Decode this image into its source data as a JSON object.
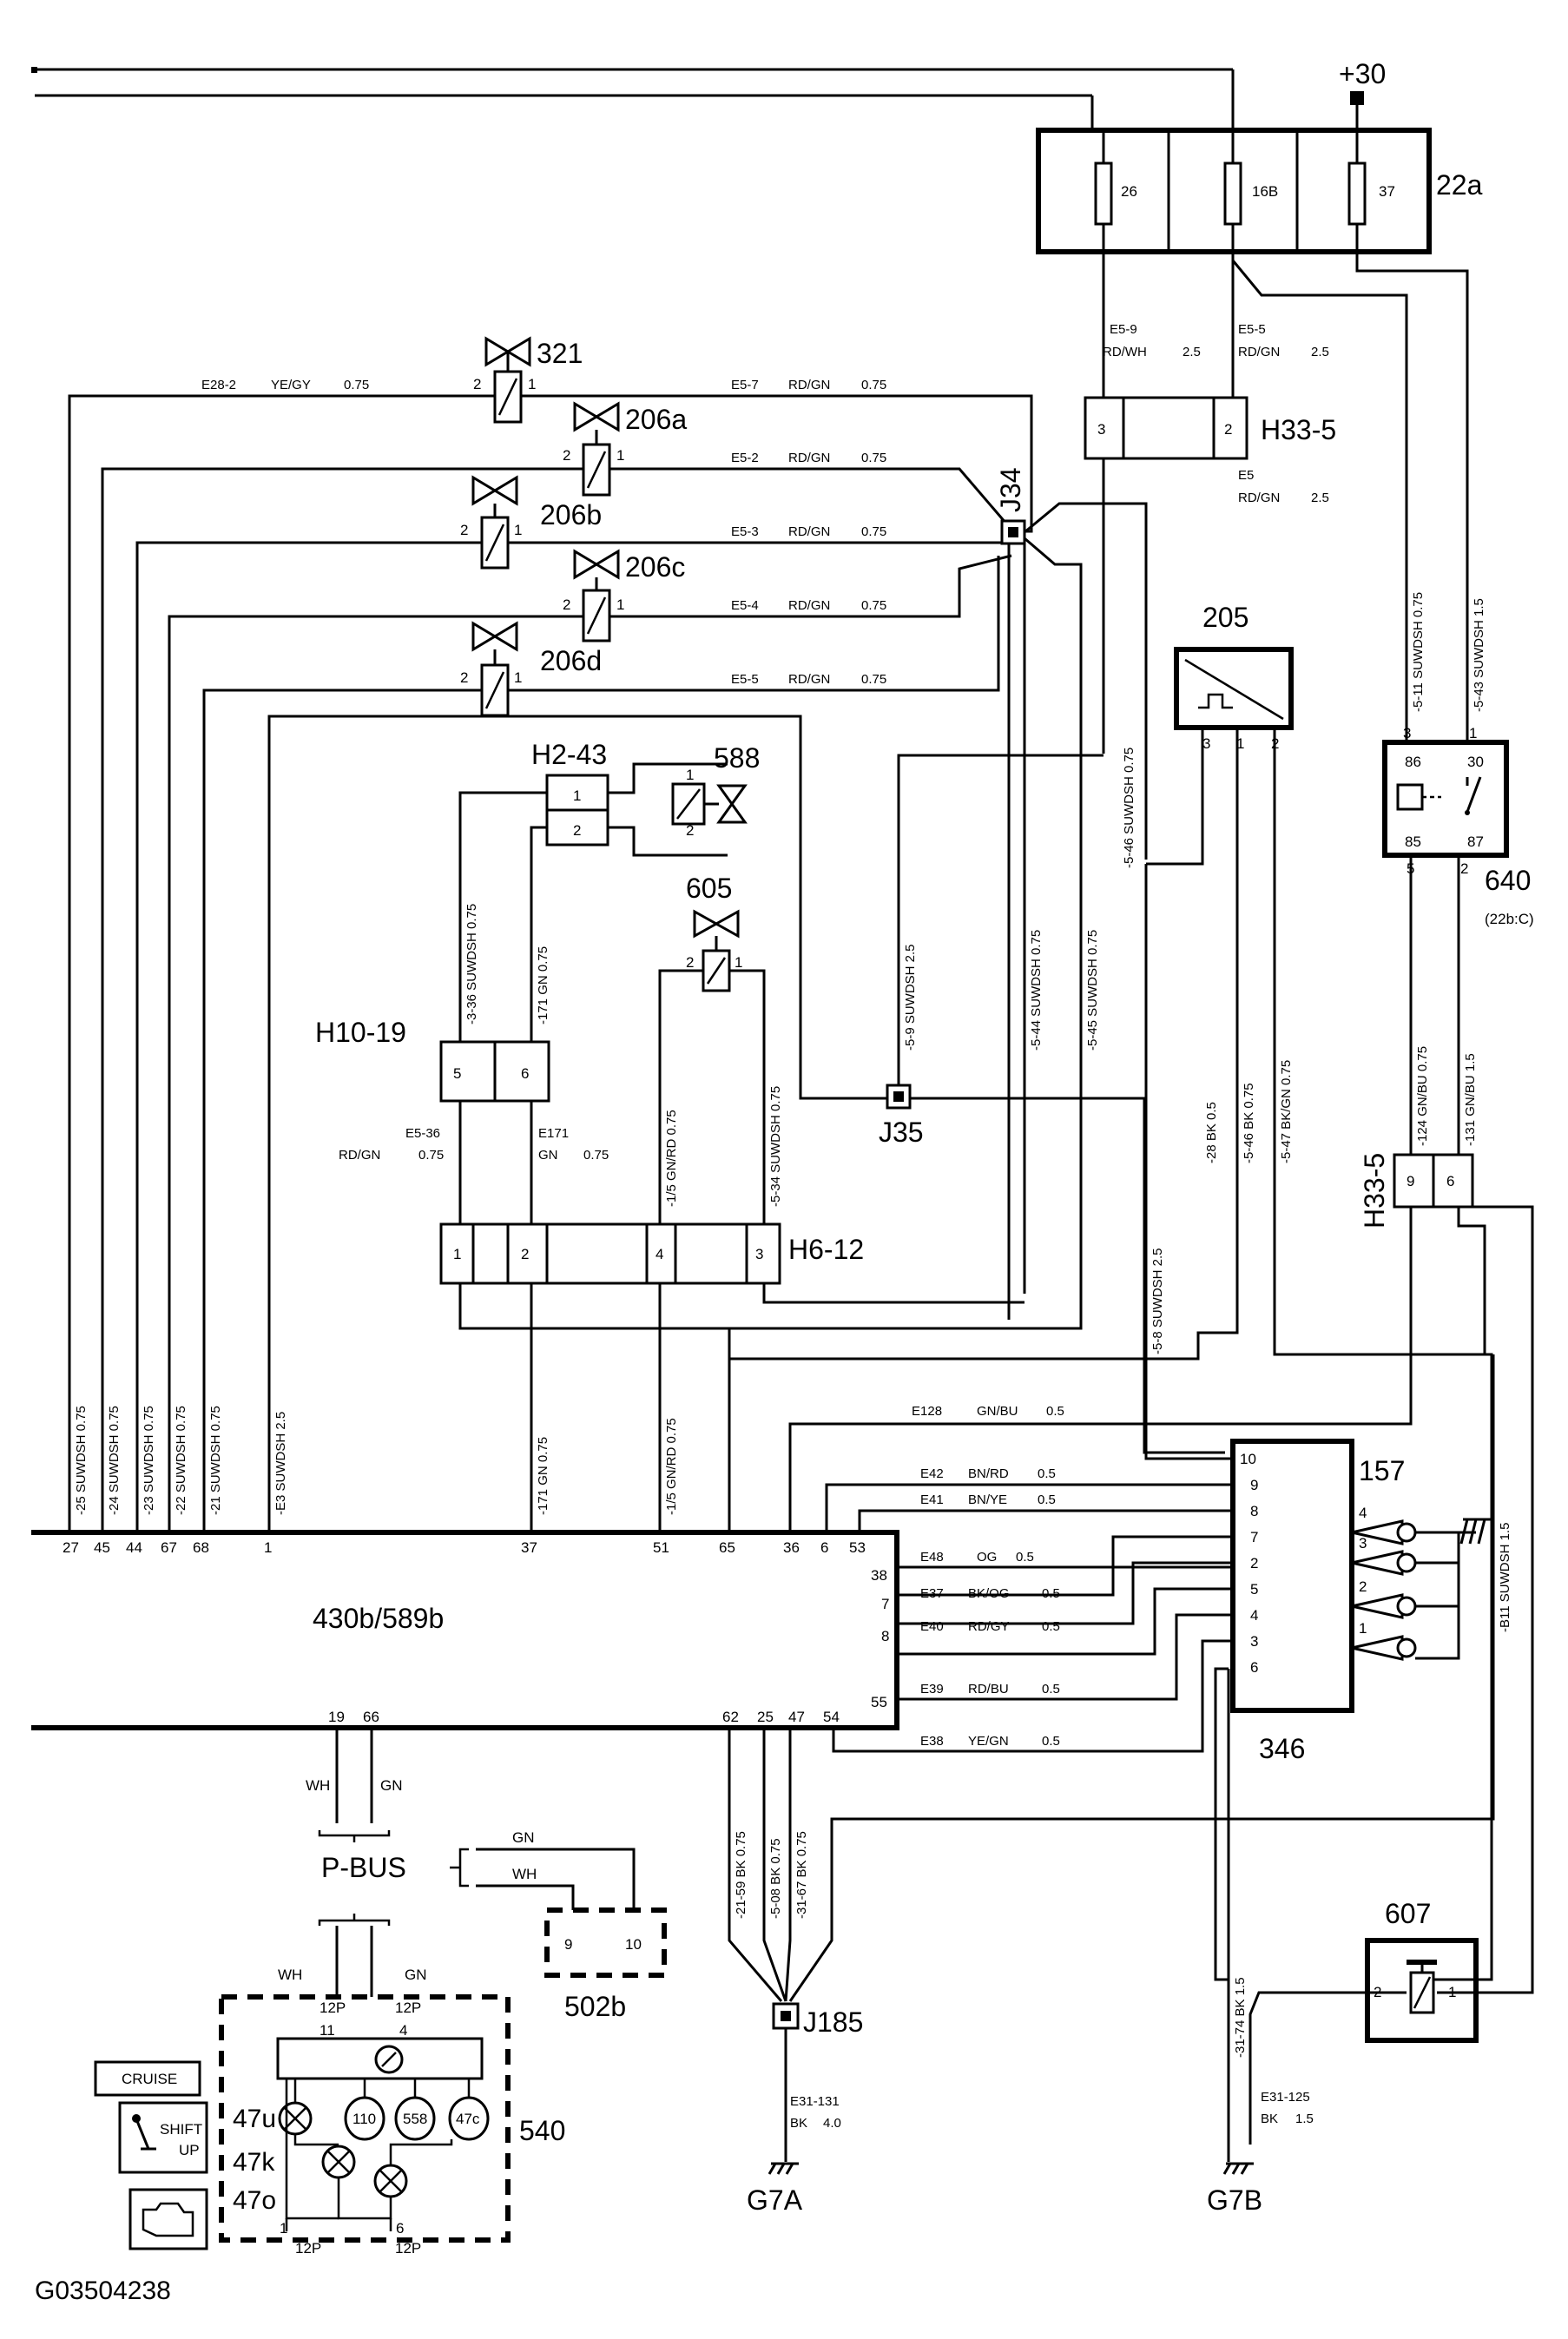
{
  "figure_id": "G03504238",
  "supply": "+30",
  "fusebox": {
    "id": "22a",
    "fuses": [
      "26",
      "16B",
      "37"
    ]
  },
  "valves": [
    {
      "id": "321",
      "wire_left": "E28-2",
      "color_left": "YE/GY",
      "size_left": "0.75",
      "wire_right": "E5-7",
      "color_right": "RD/GN",
      "size_right": "0.75"
    },
    {
      "id": "206a",
      "wire_right": "E5-2",
      "color_right": "RD/GN",
      "size_right": "0.75"
    },
    {
      "id": "206b",
      "wire_right": "E5-3",
      "color_right": "RD/GN",
      "size_right": "0.75"
    },
    {
      "id": "206c",
      "wire_right": "E5-4",
      "color_right": "RD/GN",
      "size_right": "0.75"
    },
    {
      "id": "206d",
      "wire_right": "E5-5",
      "color_right": "RD/GN",
      "size_right": "0.75"
    }
  ],
  "pin1": "1",
  "pin2": "2",
  "fuse_wires": {
    "w26": {
      "id": "E5-9",
      "color": "RD/WH",
      "size": "2.5"
    },
    "w16b": {
      "id": "E5-5",
      "color": "RD/GN",
      "size": "2.5"
    },
    "below": {
      "id": "E5",
      "color": "RD/GN",
      "size": "2.5"
    }
  },
  "connectors": {
    "h33_5_top": {
      "id": "H33-5",
      "pins": [
        "3",
        "2"
      ]
    },
    "h33_5_low": {
      "id": "H33-5",
      "pins": [
        "9",
        "6"
      ]
    },
    "h2_43": {
      "id": "H2-43",
      "pins": [
        "1",
        "2"
      ]
    },
    "h10_19": {
      "id": "H10-19",
      "pins": [
        "5",
        "6"
      ]
    },
    "h6_12": {
      "id": "H6-12",
      "pins": [
        "1",
        "2",
        "4",
        "3"
      ]
    }
  },
  "splices": {
    "j34": "J34",
    "j35": "J35",
    "j185": "J185"
  },
  "components": {
    "sensor": {
      "id": "205",
      "pins": [
        "3",
        "1",
        "2"
      ]
    },
    "relay": {
      "id": "640",
      "location": "(22b:C)",
      "pins": [
        "3",
        "86",
        "30",
        "1",
        "85",
        "87",
        "5",
        "2"
      ]
    },
    "valve588": "588",
    "valve605": "605",
    "ignition": {
      "id": "157",
      "pins": [
        "4",
        "3",
        "2",
        "1"
      ]
    },
    "module346": {
      "id": "346",
      "pins": [
        "10",
        "9",
        "8",
        "7",
        "2",
        "5",
        "4",
        "3",
        "6"
      ]
    },
    "ecu": {
      "id": "430b/589b",
      "top_pins": [
        "27",
        "45",
        "44",
        "67",
        "68",
        "1",
        "37",
        "51",
        "65",
        "36",
        "6",
        "53"
      ],
      "right_pins": [
        "38",
        "7",
        "8",
        "55"
      ],
      "bottom_pins": [
        "19",
        "66",
        "62",
        "25",
        "47",
        "54"
      ]
    },
    "comp607": {
      "id": "607",
      "pins": [
        "2",
        "1"
      ]
    },
    "comp502b": {
      "id": "502b",
      "pins": [
        "9",
        "10"
      ]
    },
    "cluster540": {
      "id": "540",
      "top_pins": [
        "11",
        "4"
      ],
      "bottom_pins": [
        "1",
        "6"
      ],
      "conn": "12P",
      "gauges": [
        "110",
        "558",
        "47c"
      ],
      "lamps": [
        "47u",
        "47k",
        "47o"
      ]
    }
  },
  "wires": {
    "e5_36": {
      "id": "E5-36",
      "color": "RD/GN",
      "size": "0.75"
    },
    "e171": {
      "id": "E171",
      "color": "GN",
      "size": "0.75"
    },
    "e128": {
      "id": "E128",
      "color": "GN/BU",
      "size": "0.5"
    },
    "e42": {
      "id": "E42",
      "color": "BN/RD",
      "size": "0.5"
    },
    "e41": {
      "id": "E41",
      "color": "BN/YE",
      "size": "0.5"
    },
    "e48": {
      "id": "E48",
      "color": "OG",
      "size": "0.5"
    },
    "e37": {
      "id": "E37",
      "color": "BK/OG",
      "size": "0.5"
    },
    "e40": {
      "id": "E40",
      "color": "RD/GY",
      "size": "0.5"
    },
    "e39": {
      "id": "E39",
      "color": "RD/BU",
      "size": "0.5"
    },
    "e38": {
      "id": "E38",
      "color": "YE/GN",
      "size": "0.5"
    },
    "ground_a": {
      "id": "E31-131",
      "color": "BK",
      "size": "4.0"
    },
    "ground_b": {
      "id": "E31-125",
      "color": "BK",
      "size": "1.5"
    }
  },
  "bus": {
    "label": "P-BUS",
    "wh": "WH",
    "gn": "GN"
  },
  "grounds": [
    "G7A",
    "G7B"
  ],
  "indicators": {
    "cruise": "CRUISE",
    "shift": "SHIFT",
    "up": "UP"
  }
}
